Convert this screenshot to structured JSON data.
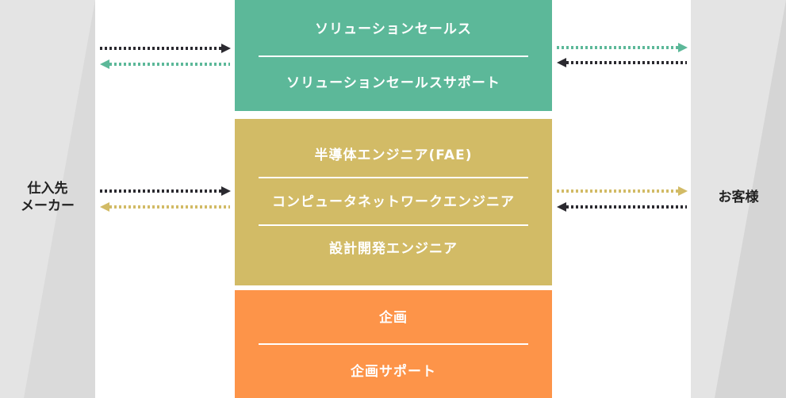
{
  "left_party": {
    "lines": [
      "仕入先",
      "メーカー"
    ]
  },
  "right_party": {
    "label": "お客様"
  },
  "groups": [
    {
      "color": "#5cb899",
      "roles": [
        "ソリューションセールス",
        "ソリューションセールスサポート"
      ]
    },
    {
      "color": "#d2bb66",
      "roles": [
        "半導体エンジニア(FAE)",
        "コンピュータネットワークエンジニア",
        "設計開発エンジニア"
      ]
    },
    {
      "color": "#fd9449",
      "roles": [
        "企画",
        "企画サポート"
      ]
    }
  ],
  "colors": {
    "dark_arrow": "#2b2a30",
    "side_panel": "#e4e4e4",
    "side_shade": "#d5d5d5",
    "divider": "#ffffff"
  }
}
